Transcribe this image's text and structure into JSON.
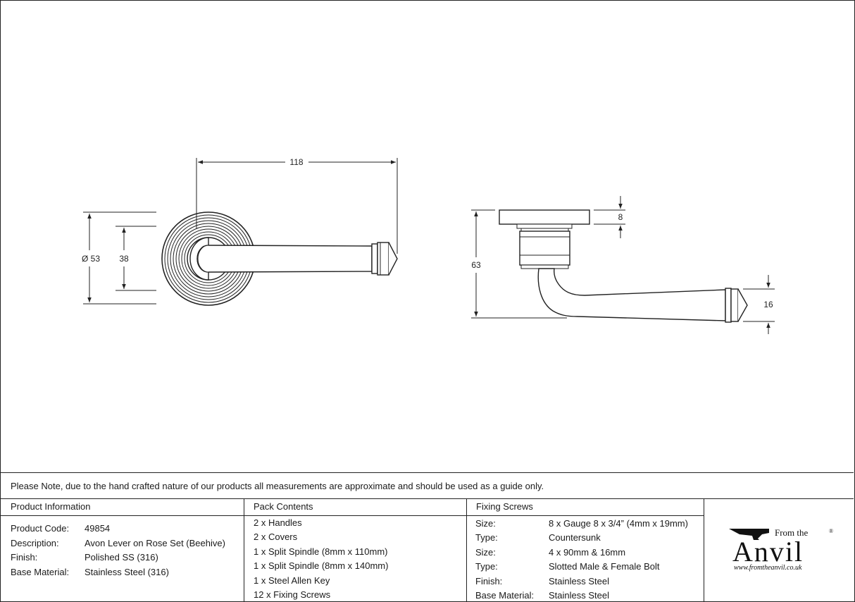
{
  "drawing": {
    "front_view": {
      "dim_length": "118",
      "dim_rose_diameter": "Ø 53",
      "dim_inner": "38"
    },
    "side_view": {
      "dim_rose_thickness": "8",
      "dim_height": "63",
      "dim_grip": "16"
    }
  },
  "note": "Please Note, due to the hand crafted nature of our products all measurements are approximate and should be used as a guide only.",
  "product_information": {
    "heading": "Product Information",
    "rows": [
      {
        "label": "Product Code:",
        "value": "49854"
      },
      {
        "label": "Description:",
        "value": "Avon Lever on Rose Set (Beehive)"
      },
      {
        "label": "Finish:",
        "value": "Polished SS (316)"
      },
      {
        "label": "Base Material:",
        "value": "Stainless Steel (316)"
      }
    ]
  },
  "pack_contents": {
    "heading": "Pack Contents",
    "items": [
      "2 x Handles",
      "2 x Covers",
      "1 x Split Spindle (8mm x 110mm)",
      "1 x Split Spindle (8mm x 140mm)",
      "1 x Steel Allen Key",
      "12 x Fixing Screws"
    ]
  },
  "fixing_screws": {
    "heading": "Fixing Screws",
    "rows": [
      {
        "label": "Size:",
        "value": "8 x Gauge 8 x 3/4” (4mm x 19mm)"
      },
      {
        "label": "Type:",
        "value": "Countersunk"
      },
      {
        "label": "Size:",
        "value": "4 x 90mm & 16mm"
      },
      {
        "label": "Type:",
        "value": "Slotted Male & Female Bolt"
      },
      {
        "label": "Finish:",
        "value": "Stainless Steel"
      },
      {
        "label": "Base Material:",
        "value": "Stainless Steel"
      }
    ]
  },
  "logo": {
    "from_the": "From the",
    "brand": "Anvil",
    "registered": "®",
    "url": "www.fromtheanvil.co.uk"
  }
}
